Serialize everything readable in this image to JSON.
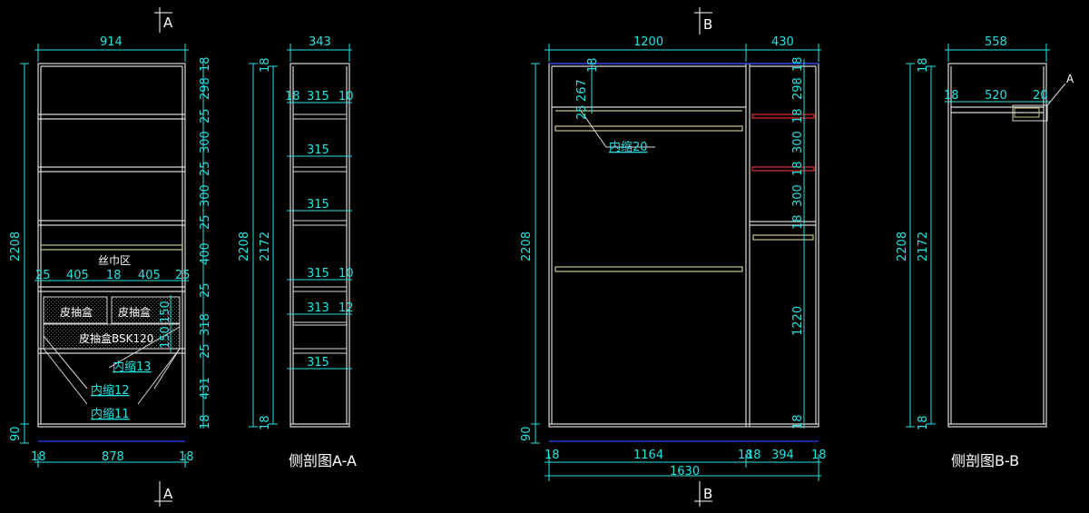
{
  "colors": {
    "background": "#000000",
    "dimension": "#23e3e3",
    "cabinet": "#d8d8d8",
    "rod": "#c8c48a",
    "accent_red": "#e03030",
    "base_line": "#2040ff"
  },
  "section_marks": {
    "a_top": "A",
    "a_bottom": "A",
    "b_top": "B",
    "b_bottom": "B",
    "detail": "A"
  },
  "front_a": {
    "width_top": "914",
    "height_total": "2208",
    "right_dims": [
      "18",
      "298",
      "25",
      "300",
      "25",
      "300",
      "25",
      "400",
      "25",
      "318",
      "25",
      "431",
      "18"
    ],
    "row_dims": [
      "25",
      "405",
      "18",
      "405",
      "25"
    ],
    "drawer_dims": [
      "150",
      "150"
    ],
    "bottom_left": "18",
    "bottom_mid": "878",
    "bottom_right": "18",
    "base_height": "90",
    "labels": {
      "scarf_zone": "丝巾区",
      "drawer_left": "皮抽盒",
      "drawer_right": "皮抽盒",
      "drawer_long": "皮抽盒BSK120",
      "inset13": "内缩13",
      "inset12": "内缩12",
      "inset11": "内缩11"
    }
  },
  "side_a": {
    "width_top": "343",
    "height_outer": "2208",
    "height_inner": "2172",
    "top_cap": "18",
    "bottom_cap": "18",
    "shelf_rows": [
      {
        "left": "18",
        "mid": "315",
        "right": "10"
      },
      {
        "mid": "315"
      },
      {
        "mid": "315"
      },
      {
        "mid": "315",
        "right": "10"
      },
      {
        "mid": "313",
        "right": "12"
      },
      {
        "mid": "315"
      }
    ],
    "caption": "侧剖图A-A"
  },
  "front_b": {
    "width_left": "1200",
    "width_right": "430",
    "height_total": "2208",
    "base_height": "90",
    "top_cap_left": "18",
    "left_top_dims": [
      "25",
      "267"
    ],
    "inset_label": "内缩20",
    "right_dims": [
      "18",
      "298",
      "18",
      "300",
      "18",
      "300",
      "18",
      "1220",
      "18"
    ],
    "bottom_dims": [
      "18",
      "1164",
      "18",
      "18",
      "394",
      "18"
    ],
    "total_width": "1630"
  },
  "side_b": {
    "width_top": "558",
    "height_outer": "2208",
    "height_inner": "2172",
    "top_cap": "18",
    "bottom_cap": "18",
    "row_dims": [
      "18",
      "520",
      "20"
    ],
    "caption": "侧剖图B-B"
  }
}
